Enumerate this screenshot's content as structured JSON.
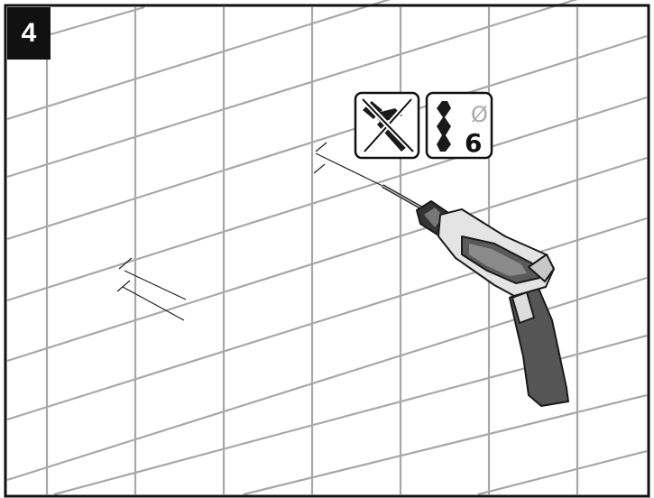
{
  "step": {
    "number": "4"
  },
  "icons": {
    "no_hammer_action": "no-hammer-action-icon",
    "drill_bit": "drill-bit-icon",
    "drill_diameter_symbol": "Ø",
    "drill_diameter_value": "6"
  },
  "colors": {
    "tile_background": "#ffffff",
    "grout": "#a8a8a8",
    "frame": "#111111",
    "drill_body": "#5a5a5a",
    "drill_light": "#e2e2e2"
  }
}
